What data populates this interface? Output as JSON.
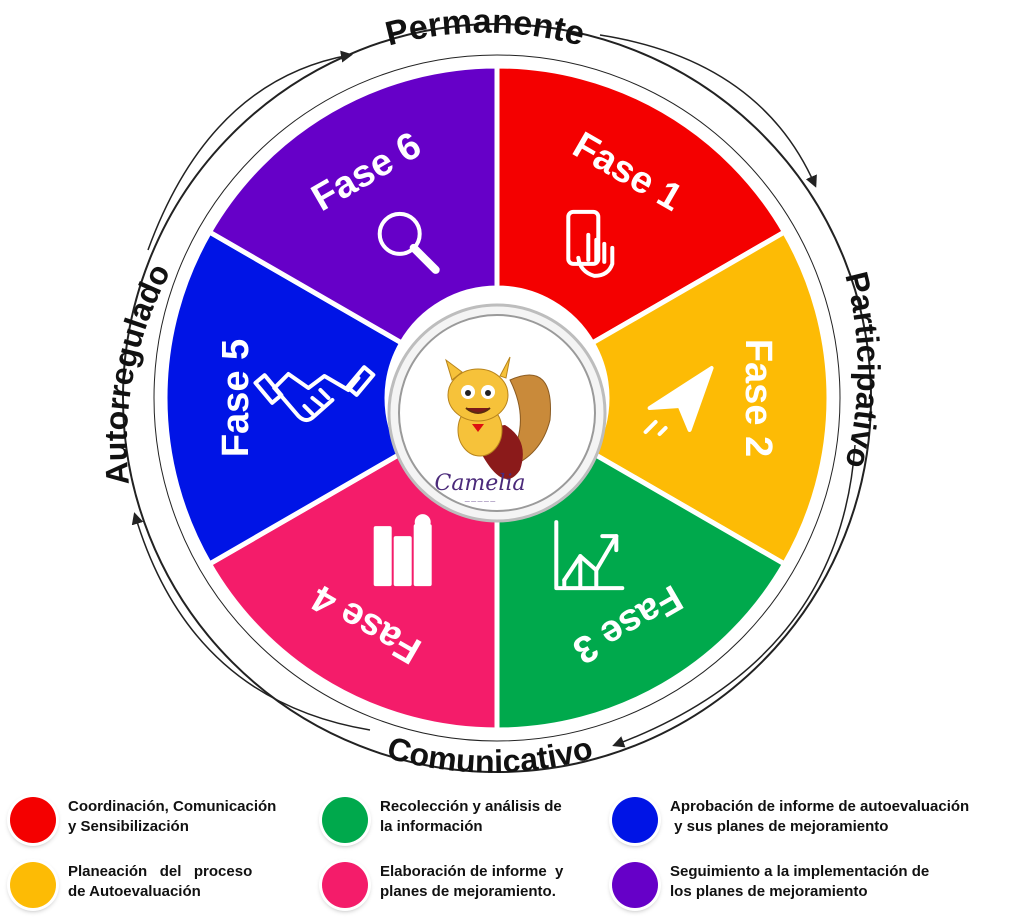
{
  "ring_words": {
    "top": "Permanente",
    "right": "Participativo",
    "bottom": "Comunicativo",
    "left": "Autorregulado"
  },
  "center": {
    "logo_text": "Camelia",
    "logo_tagline": "— — — — —"
  },
  "phases": [
    {
      "label": "Fase 1",
      "color": "#f40000",
      "icon": "hand-tap-phone-icon"
    },
    {
      "label": "Fase 2",
      "color": "#fdbb05",
      "icon": "paper-plane-icon"
    },
    {
      "label": "Fase 3",
      "color": "#00a94c",
      "icon": "growth-chart-icon"
    },
    {
      "label": "Fase 4",
      "color": "#f41c6a",
      "icon": "art-supplies-icon"
    },
    {
      "label": "Fase 5",
      "color": "#0014e6",
      "icon": "handshake-icon"
    },
    {
      "label": "Fase 6",
      "color": "#6600c8",
      "icon": "magnifier-icon"
    }
  ],
  "legend": [
    {
      "color": "#f40000",
      "line1": "Coordinación, Comunicación",
      "line2": "y Sensibilización"
    },
    {
      "color": "#fdbb05",
      "line1": "Planeación   del   proceso",
      "line2": "de Autoevaluación"
    },
    {
      "color": "#00a94c",
      "line1": "Recolección y análisis de",
      "line2": "la información"
    },
    {
      "color": "#f41c6a",
      "line1": "Elaboración de informe  y",
      "line2": "planes de mejoramiento."
    },
    {
      "color": "#0014e6",
      "line1": "Aprobación de informe de autoevaluación",
      "line2": " y sus planes de mejoramiento"
    },
    {
      "color": "#6600c8",
      "line1": "Seguimiento a la implementación de",
      "line2": "los planes de mejoramiento"
    }
  ]
}
